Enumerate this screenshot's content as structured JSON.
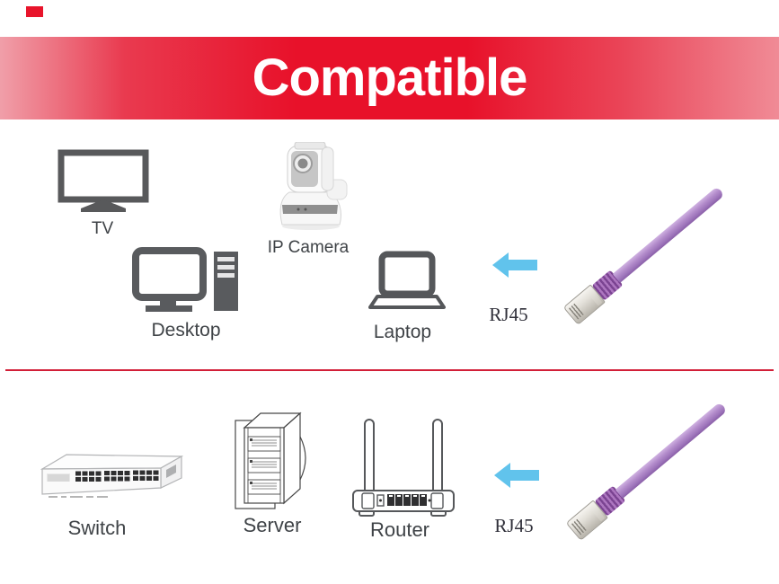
{
  "banner": {
    "title": "Compatible",
    "text_color": "#ffffff",
    "red_center": "#e8112a",
    "red_edge_left": "#f09fa9",
    "red_edge_right": "#f08b96"
  },
  "divider": {
    "color": "#d21f38"
  },
  "rows": {
    "top": {
      "devices": [
        {
          "id": "tv",
          "label": "TV"
        },
        {
          "id": "ip-camera",
          "label": "IP Camera"
        },
        {
          "id": "desktop",
          "label": "Desktop"
        },
        {
          "id": "laptop",
          "label": "Laptop"
        }
      ],
      "rj45_label": "RJ45"
    },
    "bottom": {
      "devices": [
        {
          "id": "switch",
          "label": "Switch"
        },
        {
          "id": "server",
          "label": "Server"
        },
        {
          "id": "router",
          "label": "Router"
        }
      ],
      "rj45_label": "RJ45"
    }
  },
  "icons": [
    "tv-icon",
    "ip-camera-icon",
    "desktop-icon",
    "laptop-icon",
    "arrow-left-icon",
    "rj45-cable",
    "switch-icon",
    "server-icon",
    "router-icon"
  ],
  "colors": {
    "arrow_blue": "#61c3ec",
    "icon_gray": "#58595b",
    "label_gray": "#3f4347",
    "cable_purple": "#a87cc4",
    "cable_boot_purple": "#9a5fae",
    "connector_metal": "#dedbd4",
    "corner_mark_red": "#e8142b"
  }
}
